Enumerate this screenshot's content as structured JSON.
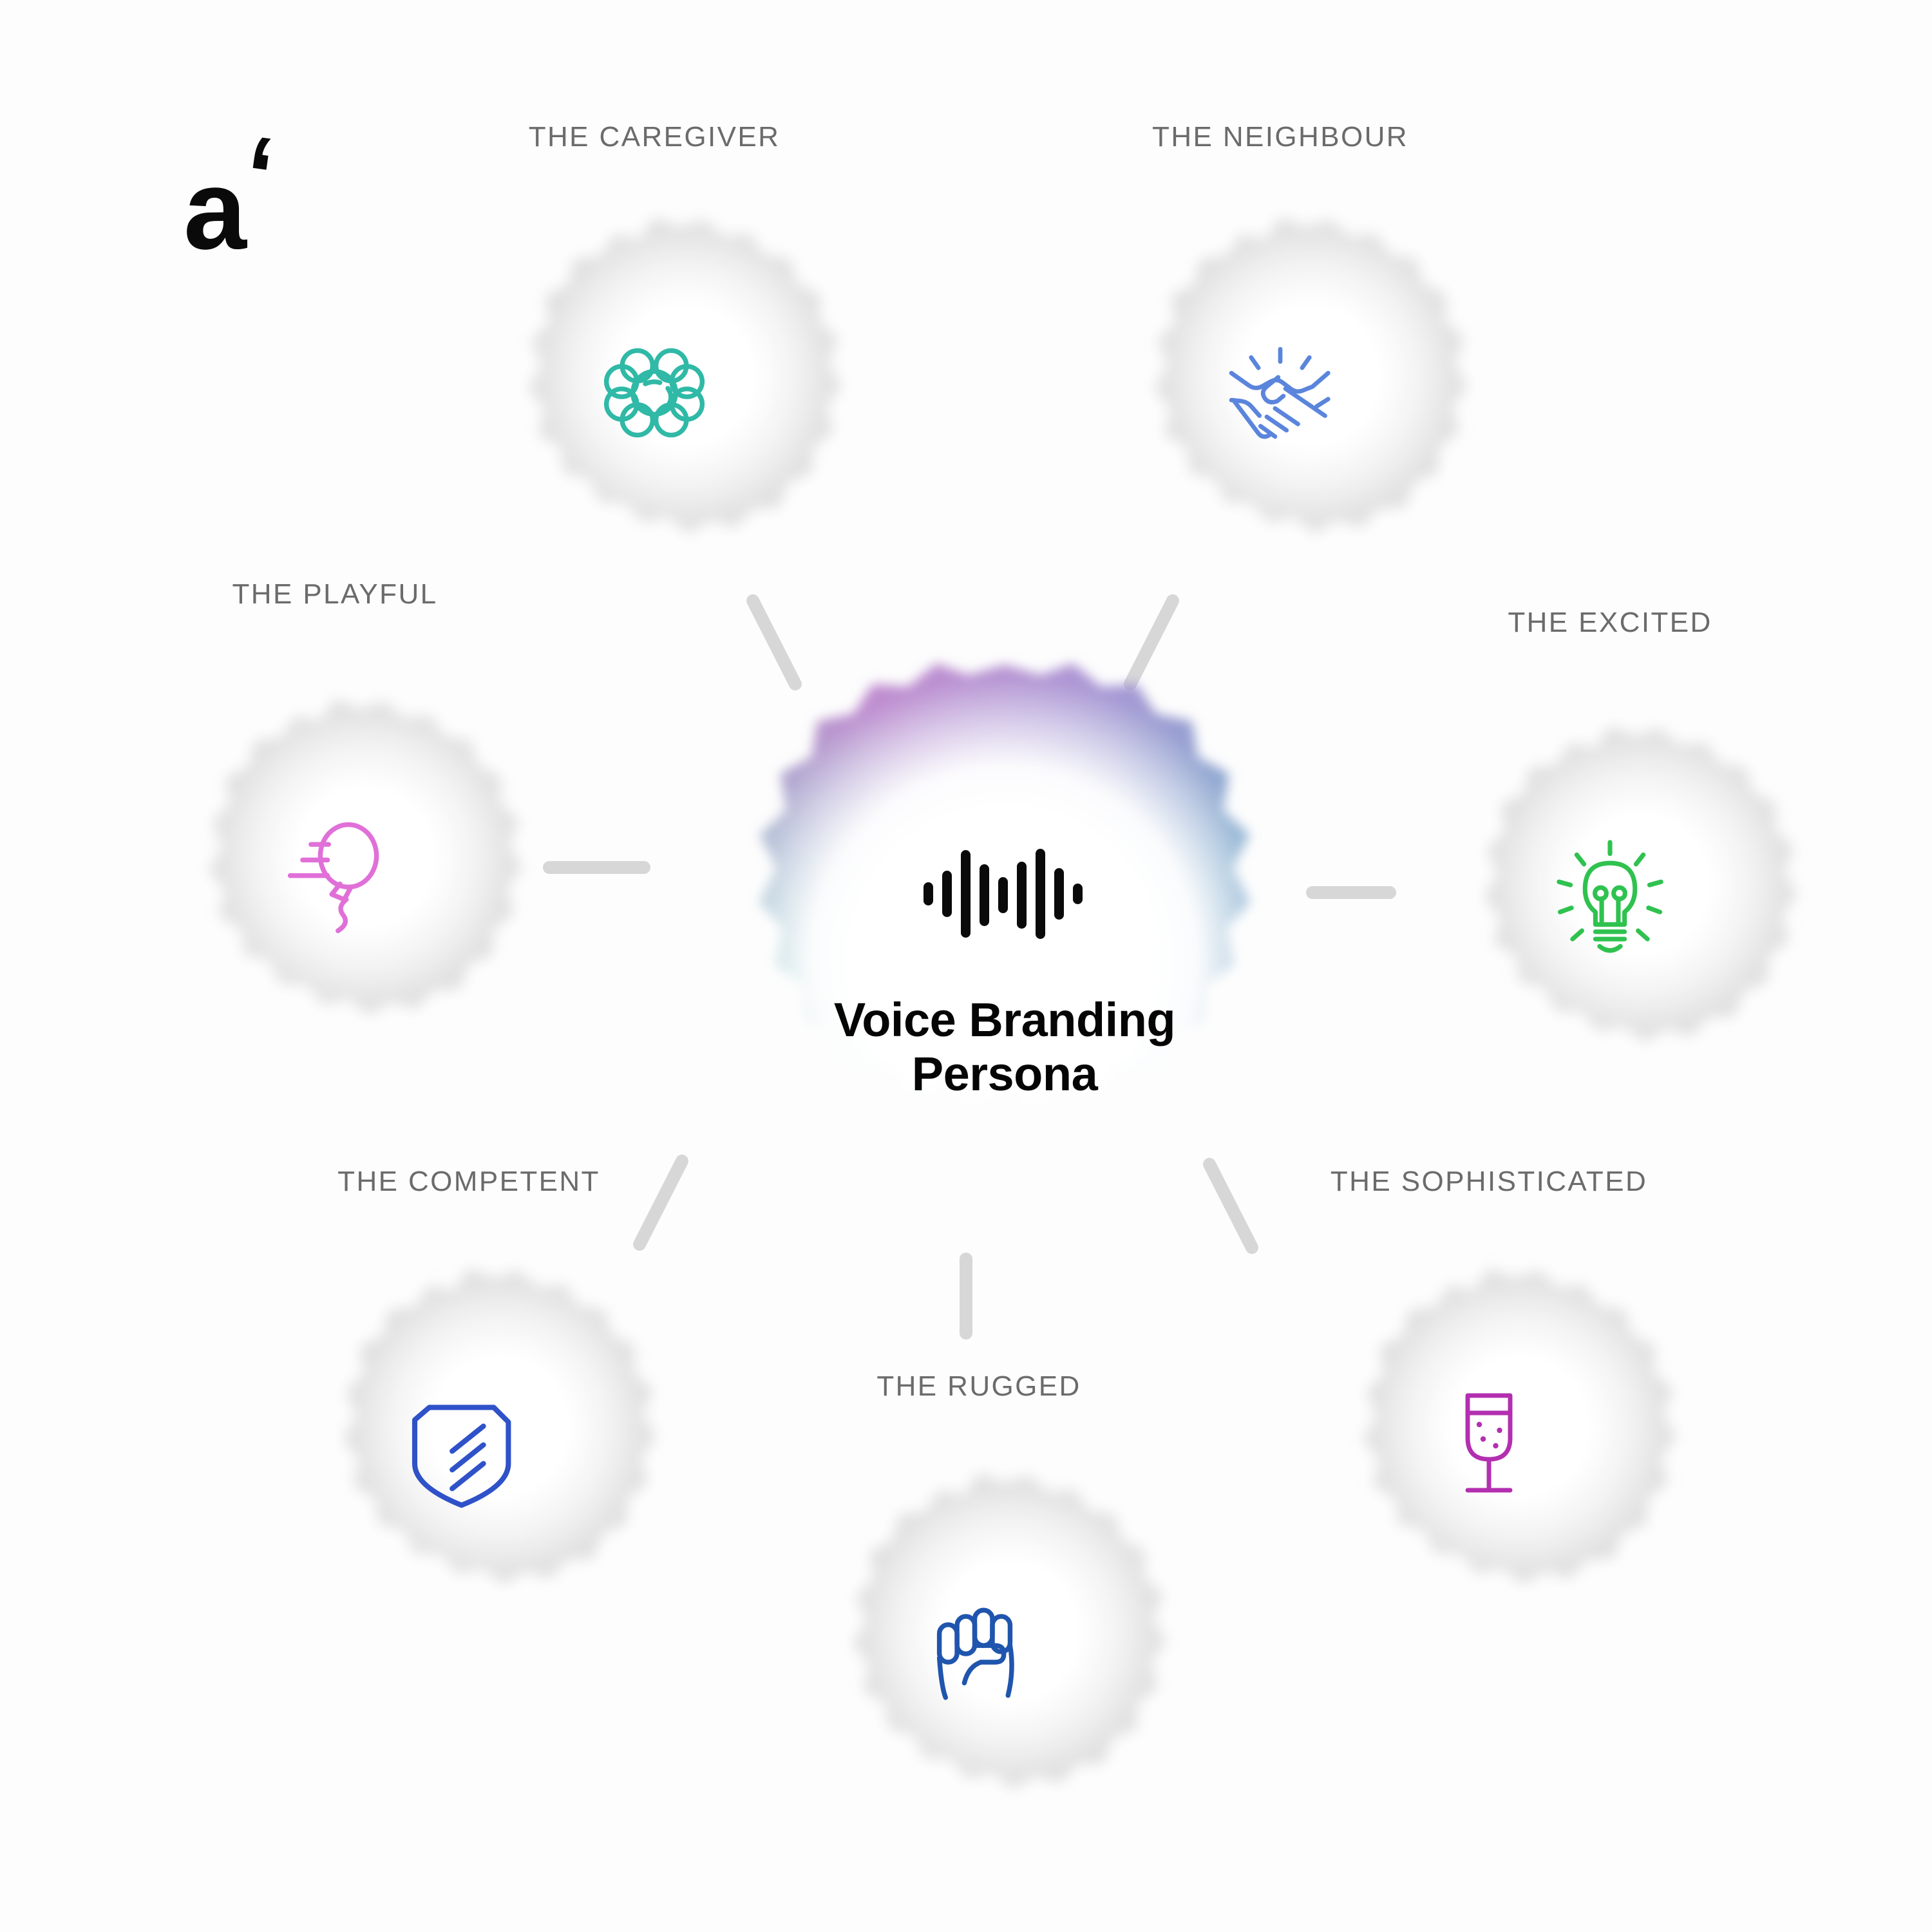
{
  "brand": {
    "logo_letter": "a",
    "logo_mark": "‘",
    "logo_name": "a-apostrophe-logo"
  },
  "hub": {
    "title_line1": "Voice Branding",
    "title_line2": "Persona",
    "icon": "sound-wave-icon",
    "waveform_bars": [
      22,
      46,
      100,
      62,
      34,
      70,
      104,
      50,
      20
    ],
    "gradient": {
      "magenta": "#c47ac4",
      "lavender": "#9d9ed0",
      "blue": "#6b9dc5",
      "teal": "#72c9bc",
      "core": "#ffffff"
    }
  },
  "connector": {
    "color": "#d7d7d7"
  },
  "personas": [
    {
      "id": "caregiver",
      "label": "THE CAREGIVER",
      "icon": "flower-icon",
      "color": "#2fb9a6"
    },
    {
      "id": "neighbour",
      "label": "THE NEIGHBOUR",
      "icon": "handshake-icon",
      "color": "#5b85dc"
    },
    {
      "id": "excited",
      "label": "THE EXCITED",
      "icon": "lightbulb-icon",
      "color": "#2fc24f"
    },
    {
      "id": "sophisticated",
      "label": "THE SOPHISTICATED",
      "icon": "wine-glass-icon",
      "color": "#b32fb0"
    },
    {
      "id": "rugged",
      "label": "THE RUGGED",
      "icon": "fist-icon",
      "color": "#1f55ad"
    },
    {
      "id": "competent",
      "label": "THE COMPETENT",
      "icon": "shield-icon",
      "color": "#2f52c9"
    },
    {
      "id": "playful",
      "label": "THE PLAYFUL",
      "icon": "balloon-icon",
      "color": "#e070d8"
    }
  ],
  "extra_persona": {
    "id": "playful-dup",
    "label": "THE PLAYFUL"
  }
}
